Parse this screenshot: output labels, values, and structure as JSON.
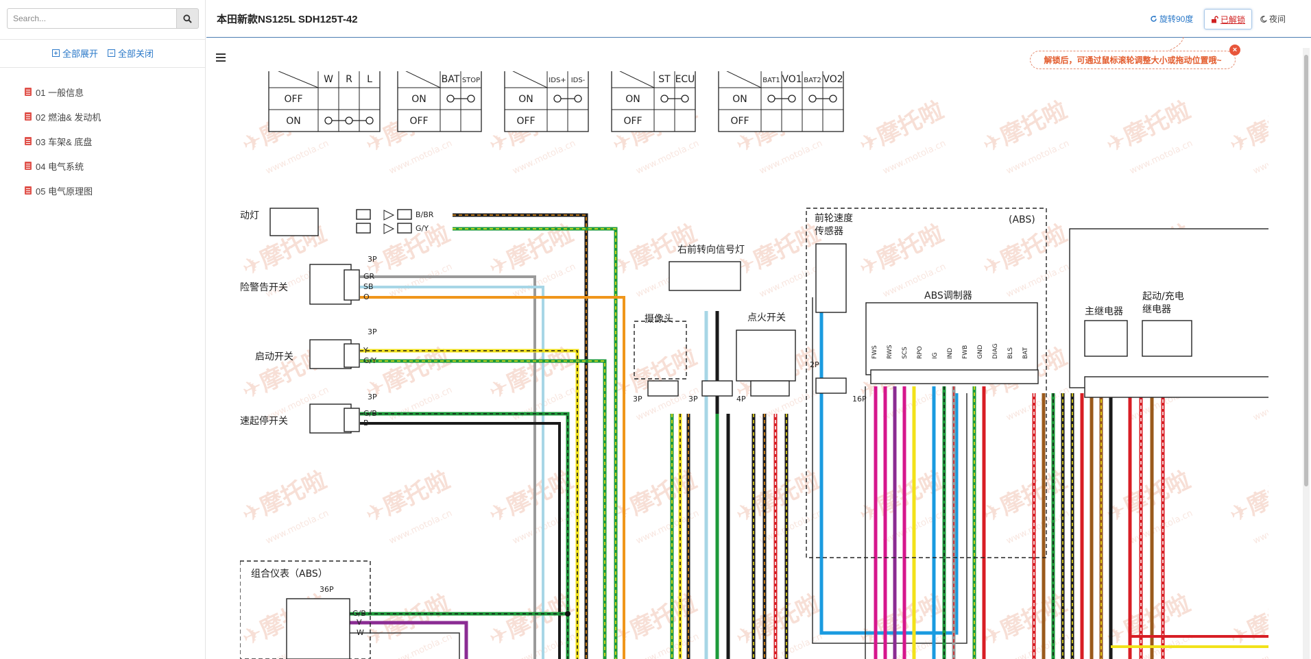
{
  "sidebar": {
    "search_placeholder": "Search...",
    "expand_all": "全部展开",
    "collapse_all": "全部关闭",
    "items": [
      {
        "label": "01 一般信息"
      },
      {
        "label": "02 燃油& 发动机"
      },
      {
        "label": "03 车架& 底盘"
      },
      {
        "label": "04 电气系统"
      },
      {
        "label": "05 电气原理图"
      }
    ]
  },
  "header": {
    "title": "本田新款NS125L SDH125T-42",
    "rotate_label": "旋转90度",
    "unlock_label": "已解锁",
    "night_label": "夜间",
    "tooltip": "解锁后，可通过鼠标滚轮调整大小或拖动位置哦~"
  },
  "diagram": {
    "switch_tables": [
      {
        "cols": [
          "W",
          "R",
          "L"
        ],
        "rows": [
          "OFF",
          "ON"
        ]
      },
      {
        "cols": [
          "BAT",
          "STOP"
        ],
        "rows": [
          "ON",
          "OFF"
        ]
      },
      {
        "cols": [
          "IDS+",
          "IDS-"
        ],
        "rows": [
          "ON",
          "OFF"
        ]
      },
      {
        "cols": [
          "ST",
          "ECU"
        ],
        "rows": [
          "ON",
          "OFF"
        ]
      },
      {
        "cols": [
          "BAT1",
          "VO1",
          "BAT2",
          "VO2"
        ],
        "rows": [
          "ON",
          "OFF"
        ]
      }
    ],
    "labels": {
      "stop_lamp": "动灯",
      "hazard_switch": "险警告开关",
      "start_switch": "启动开关",
      "idle_stop_switch": "速起停开关",
      "right_front_turn": "右前转向信号灯",
      "camera": "摄像头",
      "ignition_switch": "点火开关",
      "front_speed_sensor": "前轮速度\n传感器",
      "abs_tag": "(ABS)",
      "abs_modulator": "ABS调制器",
      "main_relay": "主继电器",
      "start_charge_relay": "起动/充电\n继电器",
      "meter": "组合仪表（ABS）",
      "p36": "36P",
      "p3": "3P",
      "p4": "4P",
      "p2": "2P",
      "p16": "16P"
    },
    "wires": {
      "hazard": [
        "GR",
        "SB",
        "O"
      ],
      "start": [
        "Y",
        "G/Y"
      ],
      "idle": [
        "G/B",
        "B"
      ],
      "stoplamp": [
        "B/BR",
        "G/Y"
      ],
      "meter": [
        "G/B",
        "V",
        "W"
      ],
      "abs_pins": [
        "FWS",
        "RWS",
        "SCS",
        "RPO",
        "IG",
        "IND",
        "FWB",
        "GND",
        "DIAG",
        "BLS",
        "BAT"
      ]
    },
    "colors": {
      "black": "#1a1a1a",
      "green": "#1d9a3a",
      "yellow": "#f2e21a",
      "orange": "#f0961b",
      "lightblue": "#a7d6e6",
      "blue": "#1a9be0",
      "gray": "#9a9a9a",
      "red": "#d81e25",
      "brown": "#9a5a1c",
      "magenta": "#d6168c",
      "purple": "#8b2c93",
      "watermark": "#f2c8b8"
    }
  }
}
